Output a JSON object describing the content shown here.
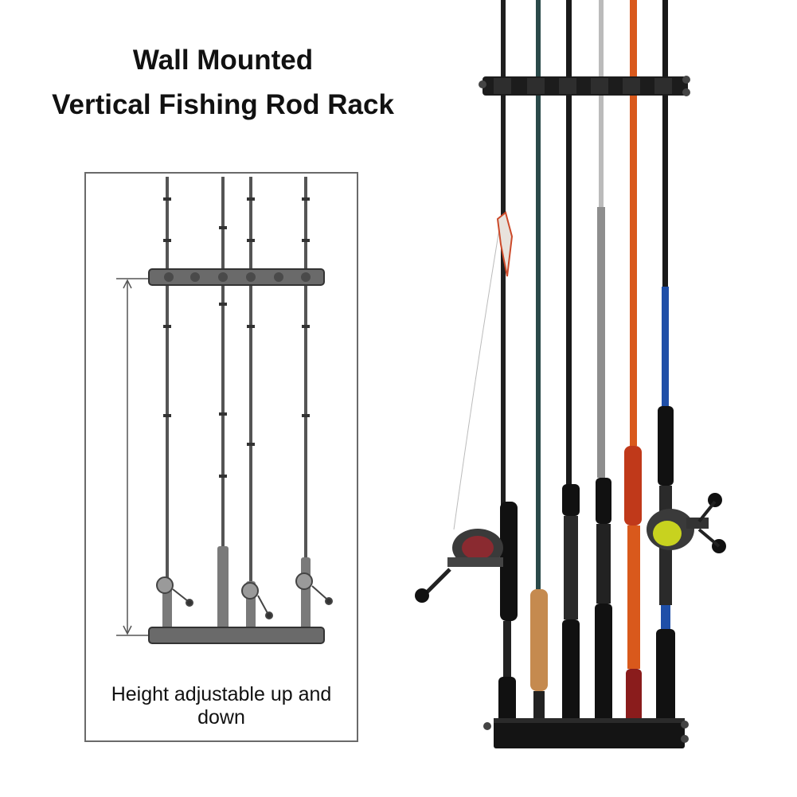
{
  "title": {
    "line1": "Wall Mounted",
    "line2": "Vertical Fishing Rod Rack"
  },
  "diagram": {
    "caption": "Height adjustable up and down"
  },
  "colors": {
    "background": "#ffffff",
    "rack": "#1a1a1a",
    "orange_rod": "#d9591c",
    "blue_rod": "#1f4fa8",
    "cork": "#c58a4f",
    "diagram_line": "#5a5a5a"
  }
}
